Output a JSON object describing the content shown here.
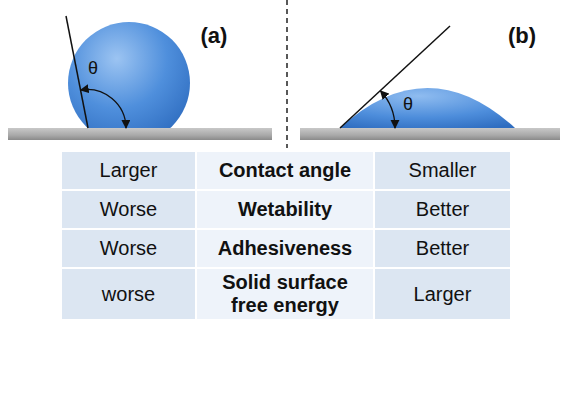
{
  "diagram": {
    "labels": [
      "(a)",
      "(b)",
      "θ",
      "θ",
      "Larger",
      "Contact angle",
      "Smaller",
      "Worse",
      "Wetability",
      "Better",
      "Worse",
      "Adhesiveness",
      "Better",
      "worse",
      "Solid surface free energy",
      "Larger"
    ]
  }
}
